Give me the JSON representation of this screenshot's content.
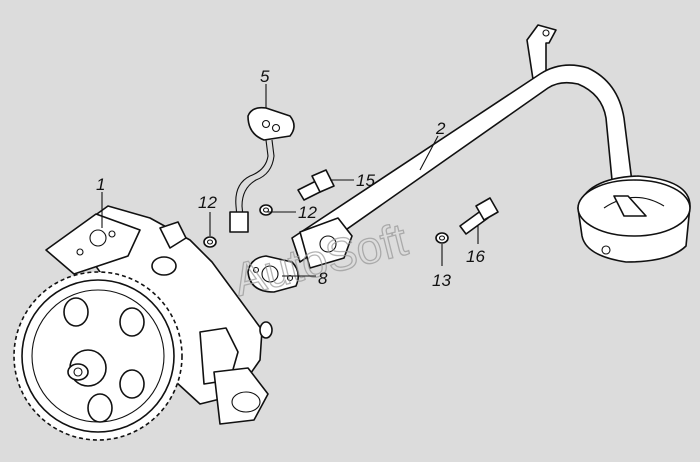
{
  "watermark": "AutoSoft",
  "callouts": {
    "c1": "1",
    "c2": "2",
    "c5": "5",
    "c8": "8",
    "c12a": "12",
    "c12b": "12",
    "c13": "13",
    "c15": "15",
    "c16": "16"
  }
}
